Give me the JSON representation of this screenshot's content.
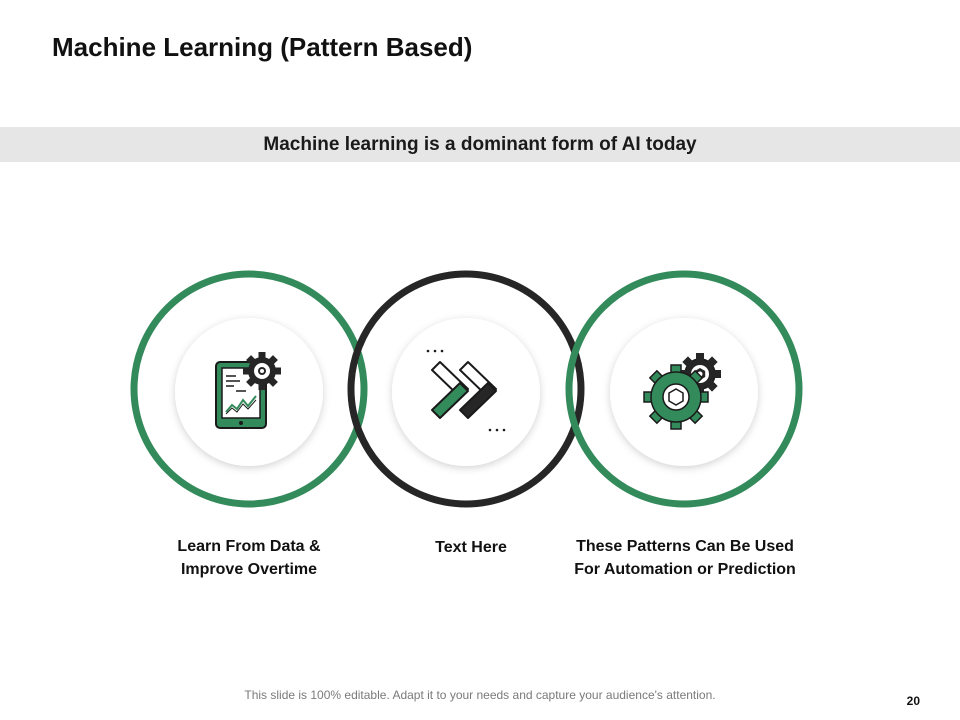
{
  "slide": {
    "title": "Machine Learning (Pattern Based)",
    "banner": "Machine learning is a dominant form of AI today",
    "footer": "This slide is 100% editable. Adapt it to your needs and capture your audience's attention.",
    "page_number": "20"
  },
  "steps": [
    {
      "label_line1": "Learn From Data &",
      "label_line2": "Improve Overtime",
      "ring_color": "#338a5a",
      "icon": "tablet-chart-gear-icon"
    },
    {
      "label_line1": "Text Here",
      "label_line2": "",
      "ring_color": "#262626",
      "icon": "double-chevron-right-icon"
    },
    {
      "label_line1": "These Patterns Can Be Used",
      "label_line2": "For Automation or Prediction",
      "ring_color": "#338a5a",
      "icon": "gears-icon"
    }
  ],
  "colors": {
    "green": "#338a5a",
    "dark": "#262626",
    "banner_bg": "#e6e6e6"
  }
}
